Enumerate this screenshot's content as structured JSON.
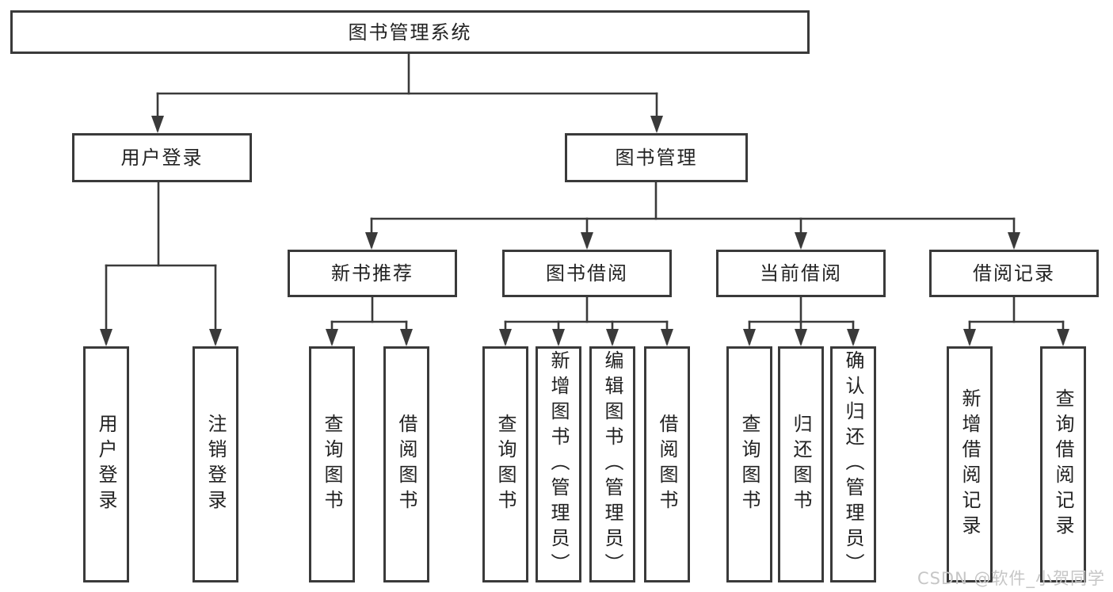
{
  "diagram": {
    "root": {
      "label": "图书管理系统"
    },
    "level2": [
      {
        "label": "用户登录",
        "children": [
          {
            "label": "用户登录"
          },
          {
            "label": "注销登录"
          }
        ]
      },
      {
        "label": "图书管理",
        "children": [
          {
            "label": "新书推荐",
            "children": [
              {
                "label": "查询图书"
              },
              {
                "label": "借阅图书"
              }
            ]
          },
          {
            "label": "图书借阅",
            "children": [
              {
                "label": "查询图书"
              },
              {
                "label": "新增图书（管理员）"
              },
              {
                "label": "编辑图书（管理员）"
              },
              {
                "label": "借阅图书"
              }
            ]
          },
          {
            "label": "当前借阅",
            "children": [
              {
                "label": "查询图书"
              },
              {
                "label": "归还图书"
              },
              {
                "label": "确认归还（管理员）"
              }
            ]
          },
          {
            "label": "借阅记录",
            "children": [
              {
                "label": "新增借阅记录"
              },
              {
                "label": "查询借阅记录"
              }
            ]
          }
        ]
      }
    ]
  },
  "watermark": {
    "text": "CSDN @软件_小贺同学"
  },
  "colors": {
    "line": "#3a3a3a",
    "text": "#222222",
    "watermark": "#c6c6c6",
    "background": "#ffffff"
  }
}
